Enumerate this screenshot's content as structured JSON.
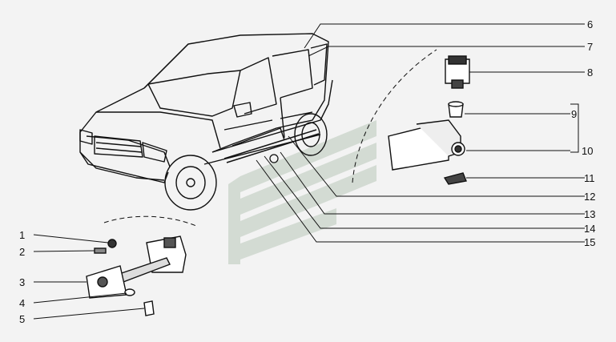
{
  "diagram": {
    "callouts_right": [
      "6",
      "7",
      "8",
      "9",
      "10",
      "11",
      "12",
      "13",
      "14",
      "15"
    ],
    "callouts_left": [
      "1",
      "2",
      "3",
      "4",
      "5"
    ]
  },
  "colors": {
    "background": "#f3f3f3",
    "line": "#111111",
    "watermark": "#c9d3c9"
  }
}
